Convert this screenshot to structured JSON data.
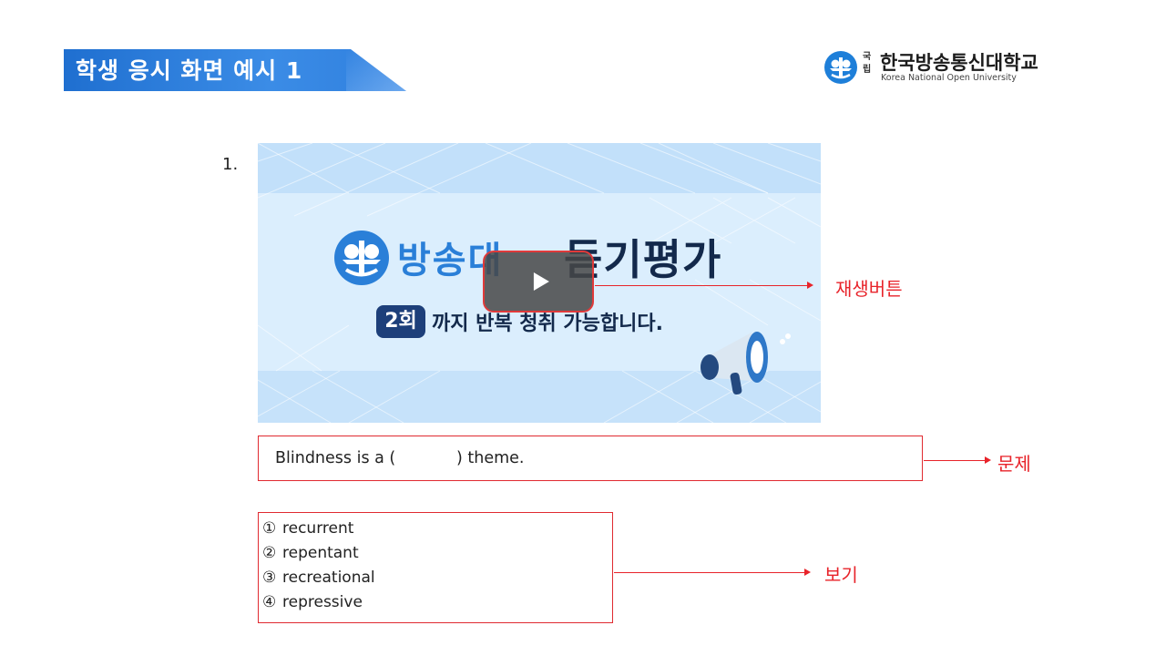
{
  "header": {
    "title": "학생 응시 화면 예시 1",
    "banner_color": "#2a7ddc"
  },
  "logo": {
    "small_kr": "국립",
    "name": "한국방송통신대학교",
    "english": "Korea National Open University",
    "icon": "knou-emblem-icon"
  },
  "question": {
    "number": "1.",
    "text": "Blindness is a (            ) theme."
  },
  "video": {
    "brand": "방송대",
    "title": "듣기평가",
    "count_badge": "2회",
    "subtitle": "까지 반복 청취 가능합니다.",
    "play_icon": "play-icon"
  },
  "options": [
    {
      "num": "①",
      "text": "recurrent"
    },
    {
      "num": "②",
      "text": "repentant"
    },
    {
      "num": "③",
      "text": "recreational"
    },
    {
      "num": "④",
      "text": "repressive"
    }
  ],
  "annotations": {
    "play": "재생버튼",
    "question": "문제",
    "options": "보기",
    "color": "#e8232a"
  }
}
